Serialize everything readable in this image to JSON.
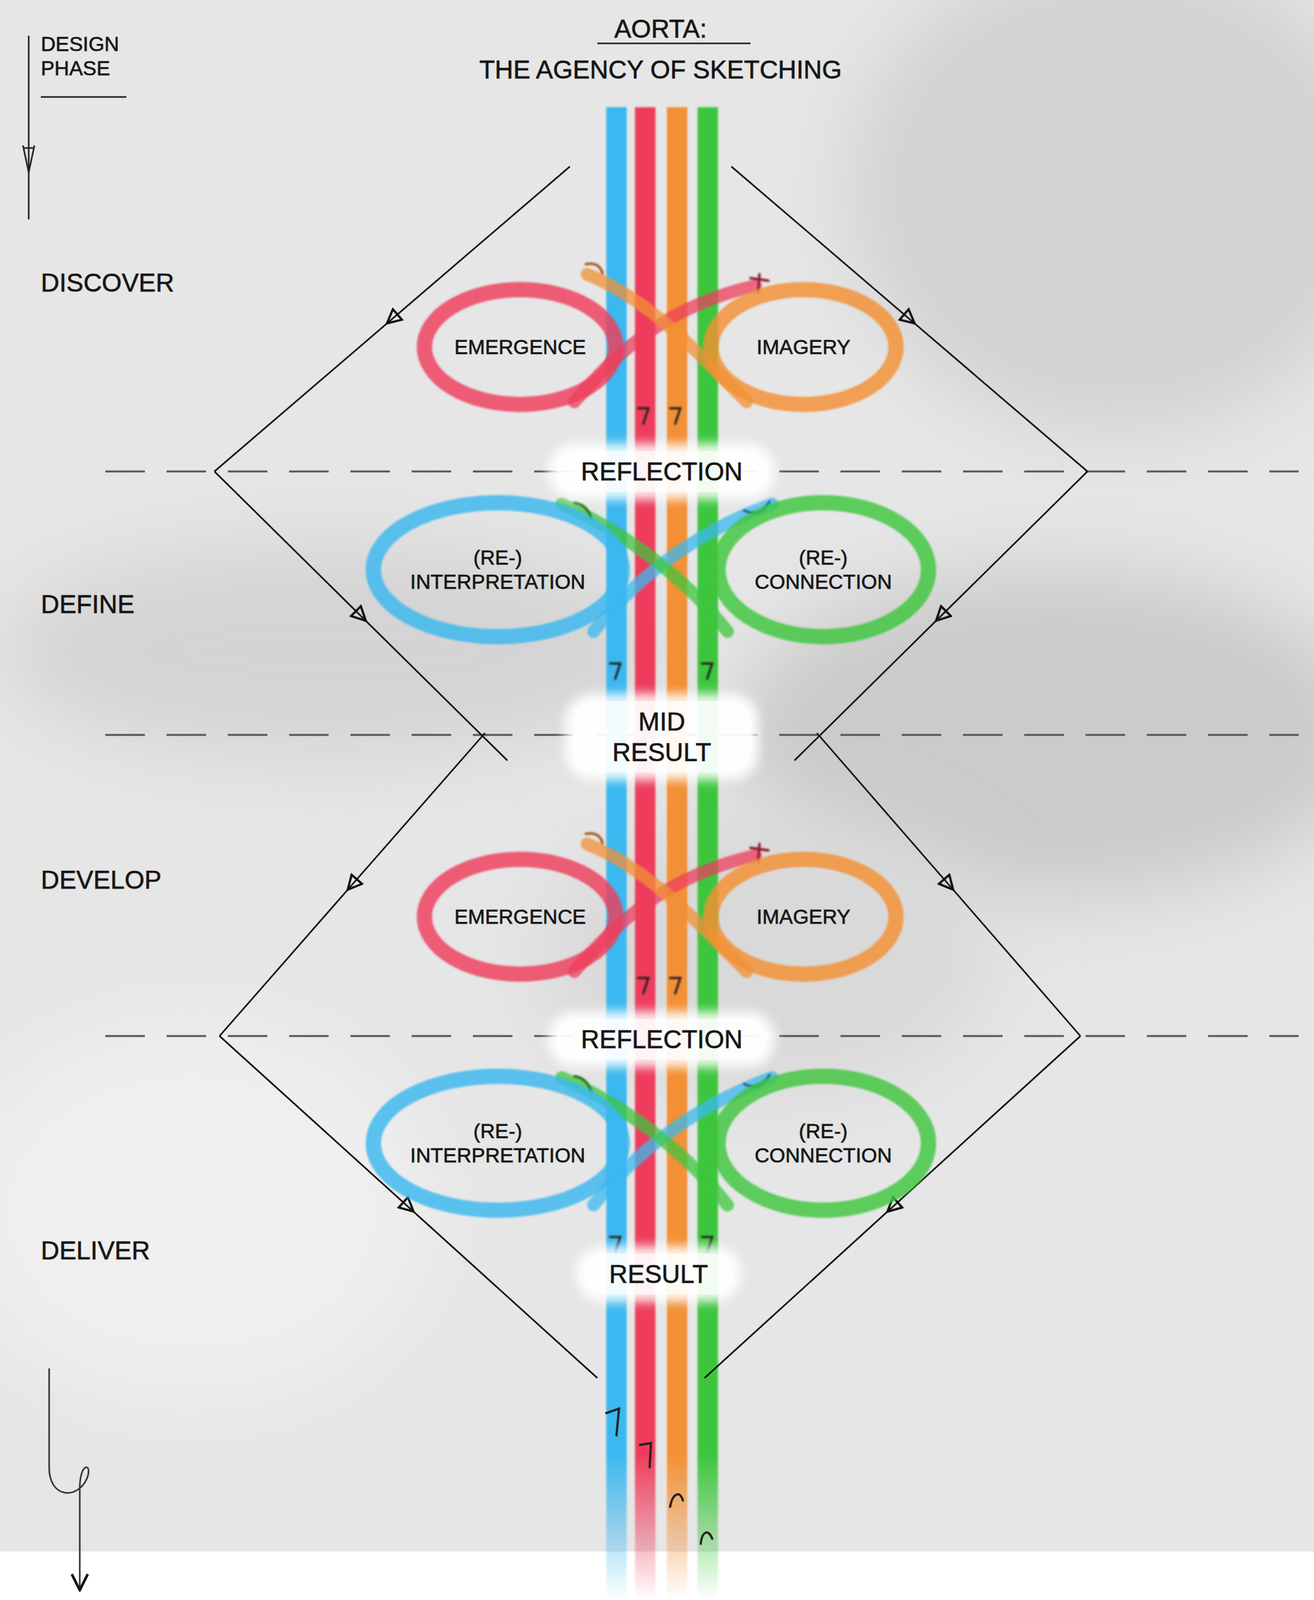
{
  "diagram": {
    "title": "AORTA:",
    "nodes": [
      {
        "text": [
          "EMERGENCE"
        ]
      },
      {
        "text": [
          "IMAGERY"
        ]
      },
      {
        "text": [
          "REFLECTION"
        ]
      },
      {
        "text": [
          "(RE-) INTERPRETATION"
        ]
      },
      {
        "text": [
          "(RE-) CONNECTION"
        ]
      },
      {
        "text": [
          "MID RESULT"
        ]
      },
      {
        "text": [
          "EMERGENCE"
        ]
      },
      {
        "text": [
          "IMAGERY"
        ]
      },
      {
        "text": [
          "REFLECTION"
        ]
      },
      {
        "text": [
          "(RE-) INTERPRETATION"
        ]
      },
      {
        "text": [
          "(RE-) CONNECTION"
        ]
      },
      {
        "text": [
          "RESULT"
        ]
      }
    ],
    "labels": [
      "THE AGENCY OF SKETCHING",
      "DESIGN PHASE",
      "DISCOVER",
      "DEFINE",
      "DEVELOP",
      "DELIVER"
    ]
  }
}
